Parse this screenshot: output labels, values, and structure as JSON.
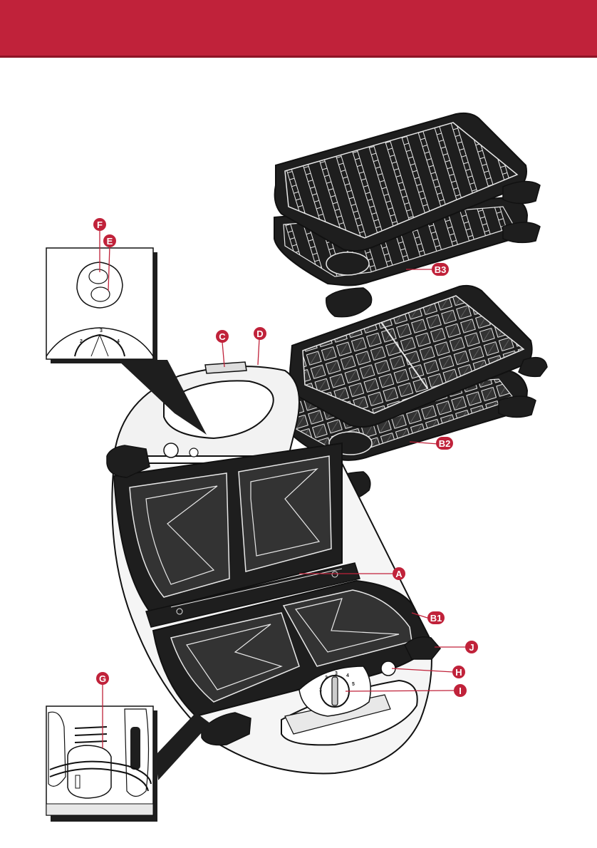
{
  "header": {
    "color": "#c0223a"
  },
  "callouts": {
    "A": "A",
    "B1": "B1",
    "B2": "B2",
    "B3": "B3",
    "C": "C",
    "D": "D",
    "E": "E",
    "F": "F",
    "G": "G",
    "H": "H",
    "I": "I",
    "J": "J"
  },
  "dial": {
    "inset_labels": [
      "2",
      "3",
      "4"
    ],
    "main_labels": [
      "1",
      "2",
      "3",
      "4",
      "5"
    ]
  },
  "colors": {
    "accent": "#c0223a",
    "plate": "#1e1e1e",
    "outline": "#111111"
  }
}
